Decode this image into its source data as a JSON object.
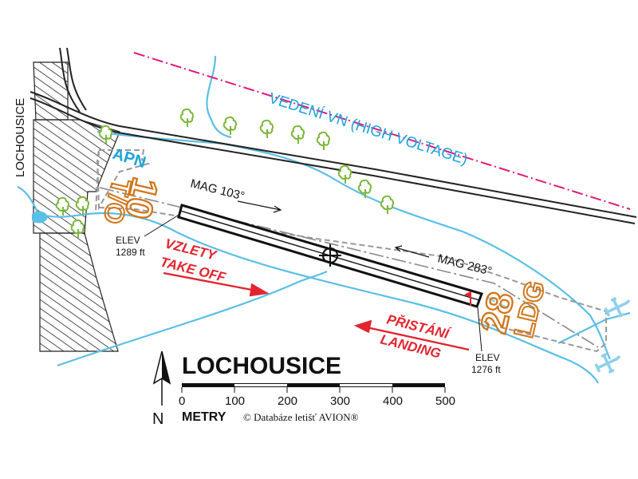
{
  "map": {
    "title": "LOCHOUSICE",
    "village_label": "LOCHOUSICE",
    "power_line_label": "VEDENÍ VN (HIGH VOLTAGE)",
    "apron_label": "APN",
    "runway": {
      "designator_west": "10",
      "designator_west_use": "T/O",
      "designator_east": "28",
      "designator_east_use": "LDG",
      "heading_west": "MAG 103°",
      "heading_east": "MAG 283°",
      "elevation_west_label": "ELEV",
      "elevation_west_value": "1289 ft",
      "elevation_east_label": "ELEV",
      "elevation_east_value": "1276 ft"
    },
    "takeoff_label_cz": "VZLETY",
    "takeoff_label_en": "TAKE OFF",
    "landing_label_cz": "PŘISTÁNÍ",
    "landing_label_en": "LANDING",
    "scale": {
      "ticks": [
        "0",
        "100",
        "200",
        "300",
        "400",
        "500"
      ],
      "unit": "METRY"
    },
    "north_label": "N",
    "copyright": "© Databáze letišť AVION®",
    "colors": {
      "water": "#5bbfe6",
      "power_line": "#e0197d",
      "runway_number": "#d1761a",
      "arrow_red": "#e1252f",
      "tree": "#7bb73a",
      "apron": "#1ea3dc"
    },
    "icons": [
      "north-arrow-icon",
      "aerodrome-reference-point-icon",
      "windsock-icon",
      "tree-icon",
      "airplane-icon"
    ]
  }
}
